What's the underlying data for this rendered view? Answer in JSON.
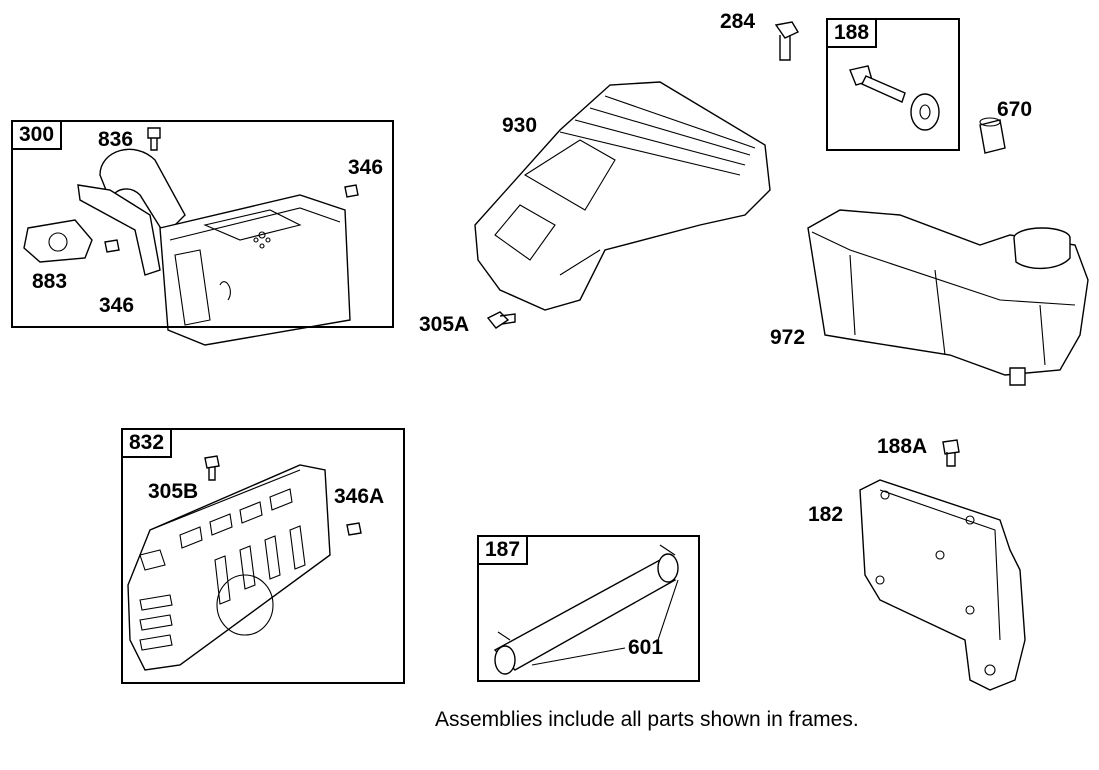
{
  "frames": {
    "f300": "300",
    "f188": "188",
    "f832": "832",
    "f187": "187"
  },
  "labels": {
    "p836": "836",
    "p346a": "346",
    "p346b": "346",
    "p883": "883",
    "p930": "930",
    "p305a": "305A",
    "p284": "284",
    "p670": "670",
    "p972": "972",
    "p305b": "305B",
    "p346A": "346A",
    "p601": "601",
    "p188A": "188A",
    "p182": "182"
  },
  "note": "Assemblies include all parts shown in frames."
}
